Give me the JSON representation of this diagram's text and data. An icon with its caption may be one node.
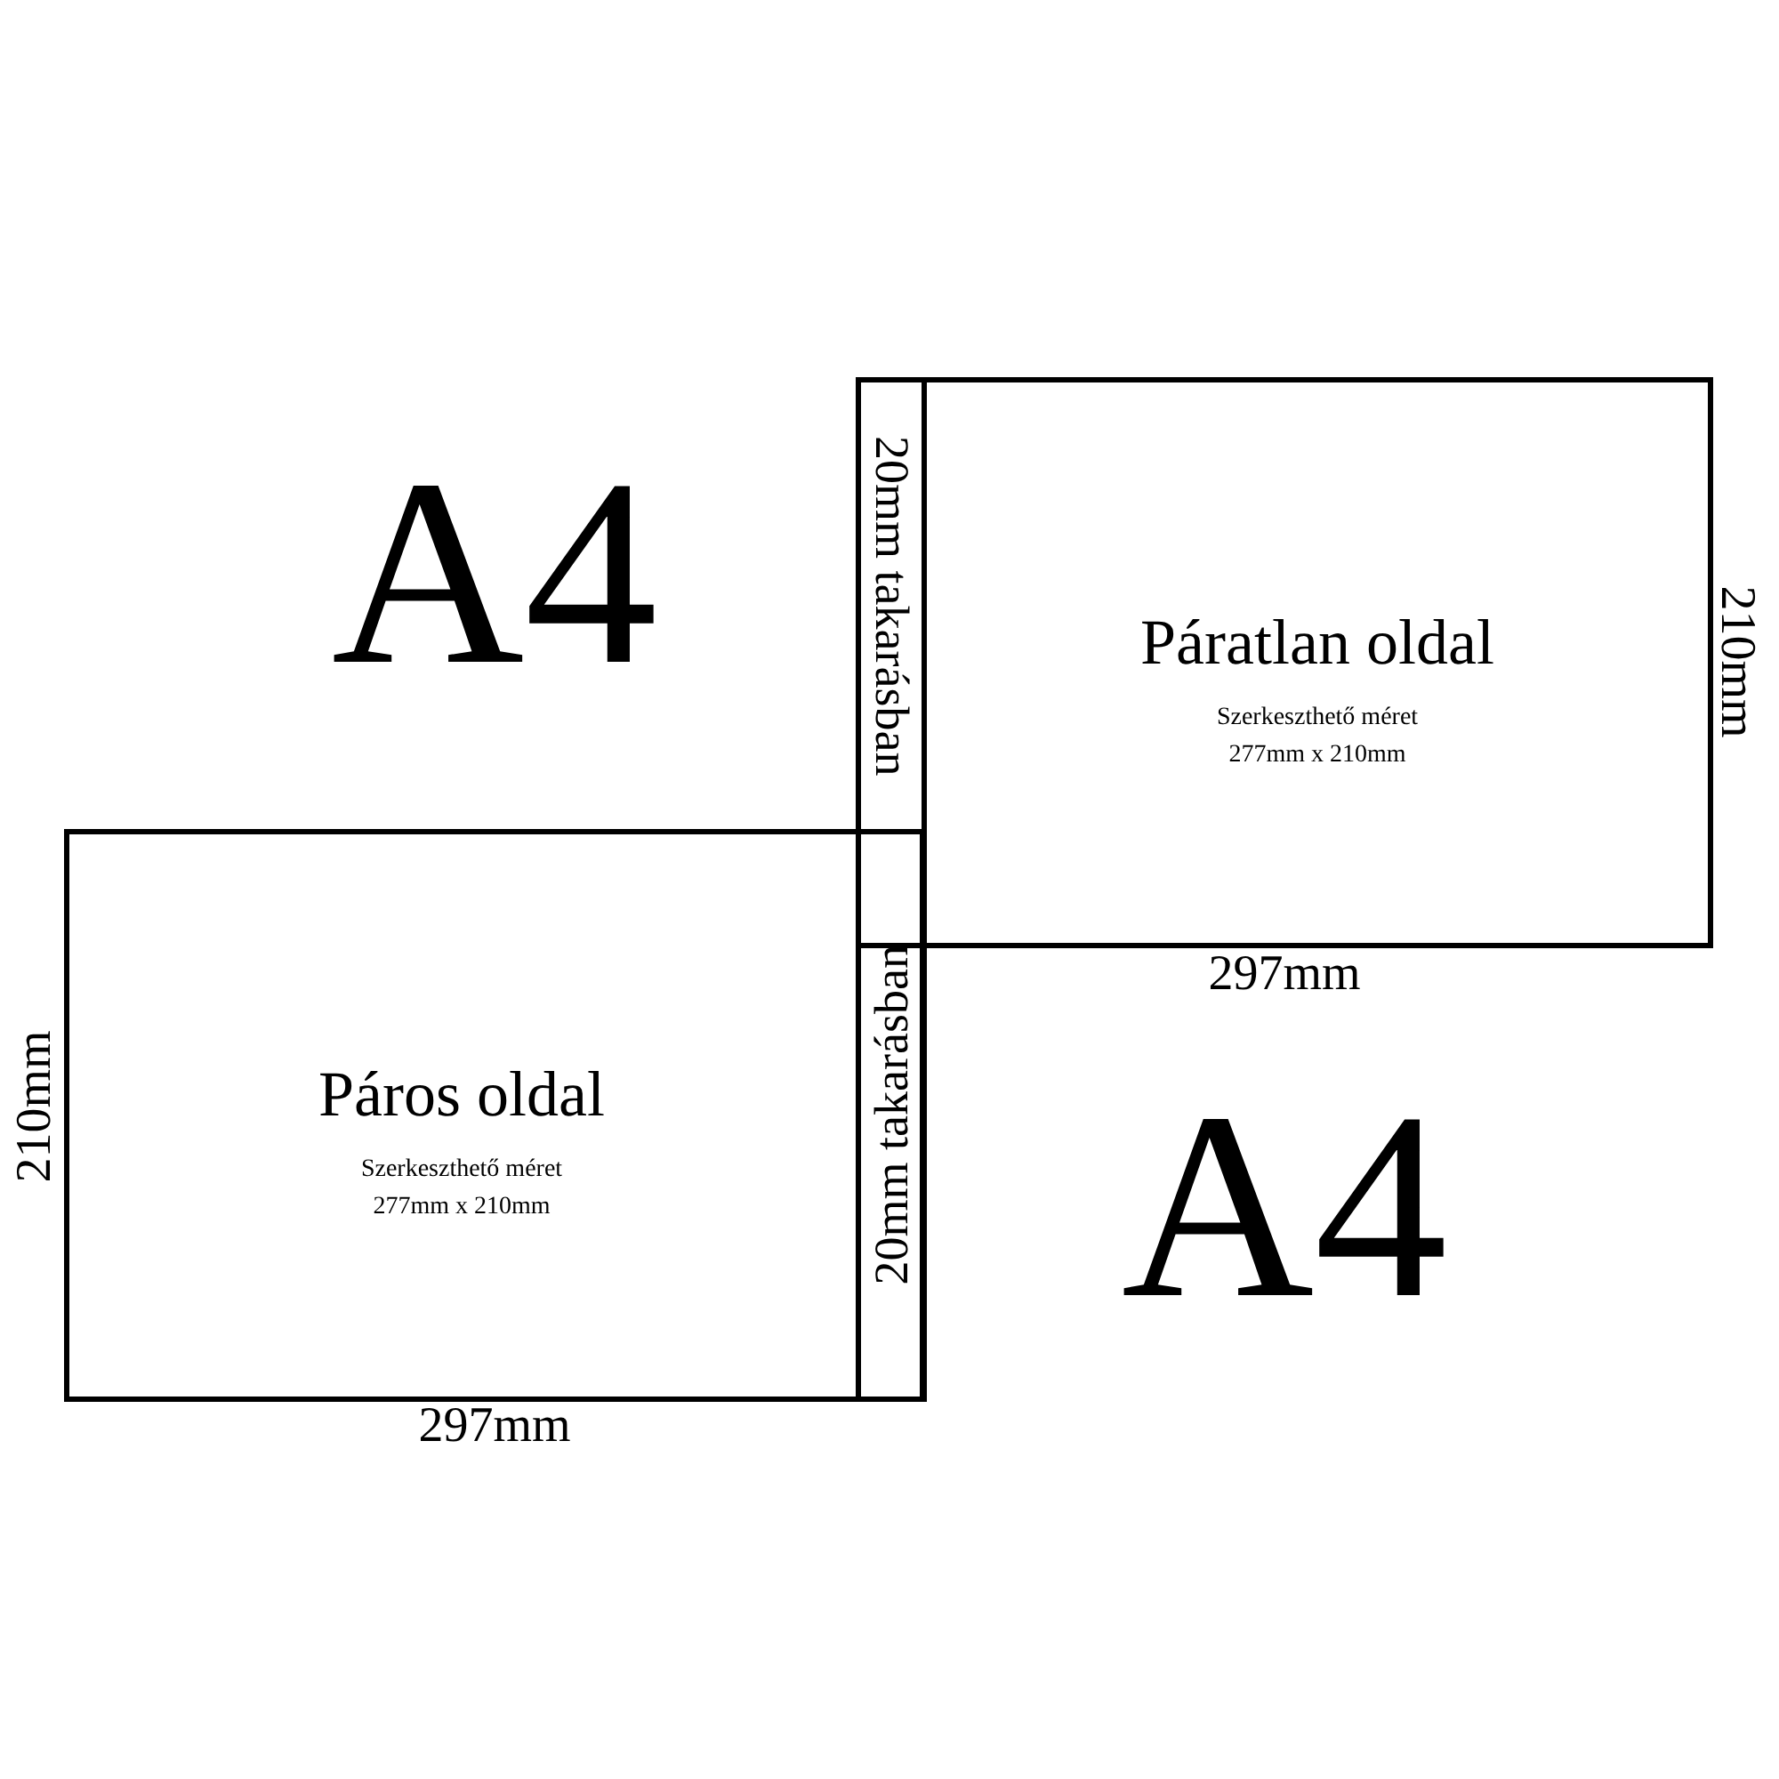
{
  "diagram": {
    "nodes": [
      {
        "text": [
          "Páratlan oldal",
          "Szerkeszthető méret",
          "277mm x 210mm"
        ]
      },
      {
        "text": [
          "20mm takarásban"
        ],
        "in": 0
      },
      {
        "text": [
          "Páros oldal",
          "Szerkeszthető méret",
          "277mm x 210mm"
        ]
      },
      {
        "text": [
          "20mm takarásban"
        ],
        "in": 2
      }
    ],
    "labels": [
      "A4",
      "210mm",
      "297mm",
      "210mm",
      "A4",
      "297mm"
    ]
  }
}
